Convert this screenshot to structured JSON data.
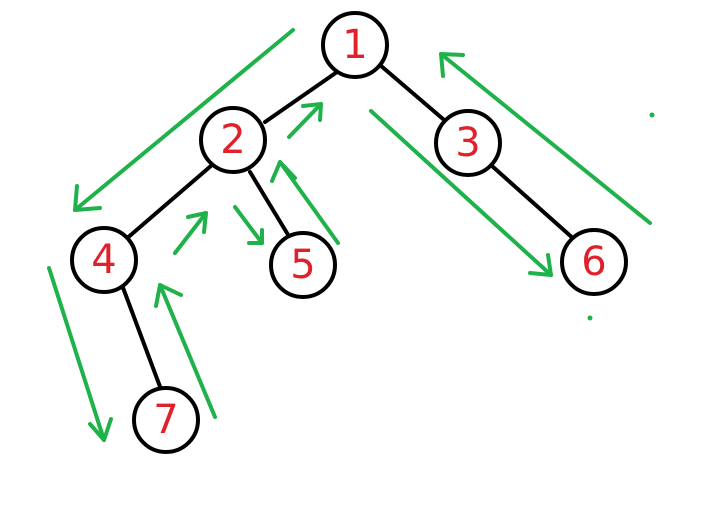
{
  "colors": {
    "node_label": "#e0202a",
    "node_stroke": "#000000",
    "edge": "#000000",
    "arrow": "#1fb24a"
  },
  "tree": {
    "nodes": [
      {
        "id": "1",
        "label": "1"
      },
      {
        "id": "2",
        "label": "2"
      },
      {
        "id": "3",
        "label": "3"
      },
      {
        "id": "4",
        "label": "4"
      },
      {
        "id": "5",
        "label": "5"
      },
      {
        "id": "6",
        "label": "6"
      },
      {
        "id": "7",
        "label": "7"
      }
    ],
    "edges": [
      {
        "from": "1",
        "to": "2"
      },
      {
        "from": "1",
        "to": "3"
      },
      {
        "from": "2",
        "to": "4"
      },
      {
        "from": "2",
        "to": "5"
      },
      {
        "from": "4",
        "to": "7"
      },
      {
        "from": "3",
        "to": "6"
      }
    ]
  }
}
